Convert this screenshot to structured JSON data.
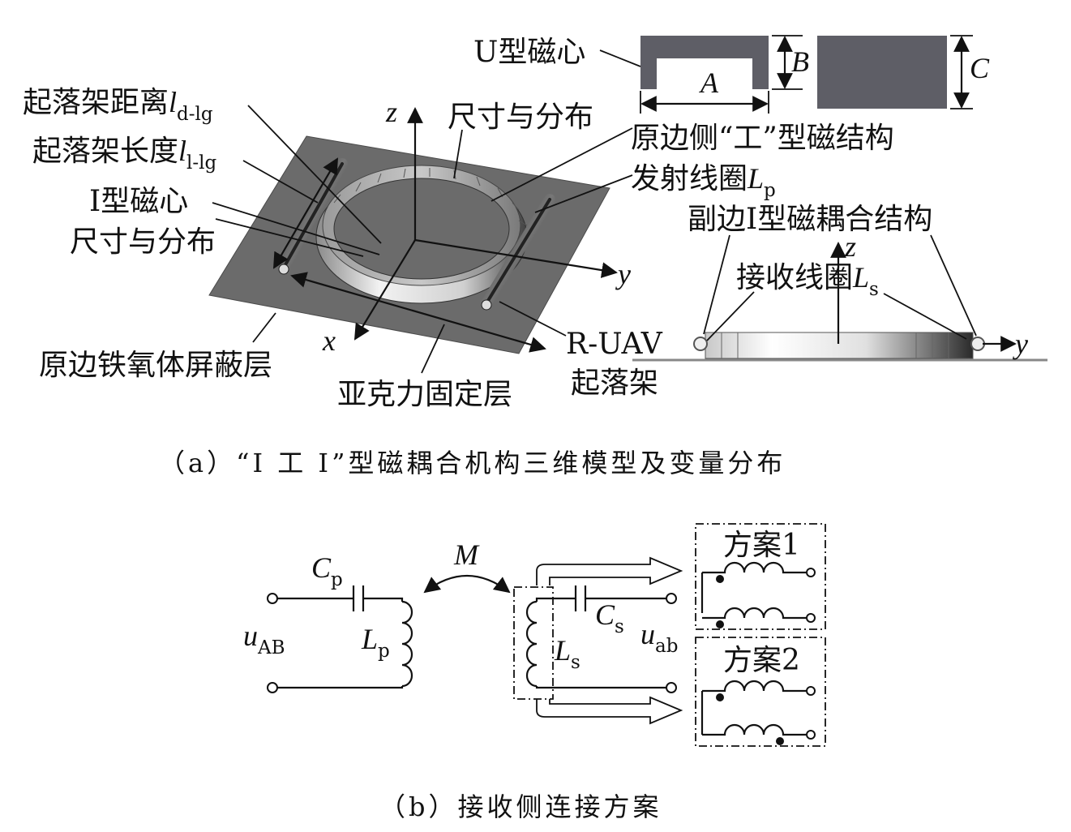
{
  "labels": {
    "u_core": "U型磁心",
    "dim_a": "A",
    "dim_b": "B",
    "dim_c": "C",
    "landing_gear_distance": "起落架距离",
    "l_d_sym": "l",
    "l_d_sub": "d-lg",
    "landing_gear_length": "起落架长度",
    "l_l_sym": "l",
    "l_l_sub": "l-lg",
    "i_core_line1": "I型磁心",
    "i_core_line2": "尺寸与分布",
    "size_dist": "尺寸与分布",
    "z_axis": "z",
    "y_axis": "y",
    "x_axis": "x",
    "primary_structure": "原边侧“工”型磁结构",
    "transmit_coil": "发射线圈",
    "lp_sym": "L",
    "lp_sub": "p",
    "secondary_structure": "副边I型磁耦合结构",
    "receive_coil": "接收线圈",
    "ls_sym": "L",
    "ls_sub": "s",
    "primary_shield": "原边铁氧体屏蔽层",
    "acrylic_layer": "亚克力固定层",
    "ruav": "R-UAV",
    "ruav_gear": "起落架",
    "z2": "z",
    "y2": "y"
  },
  "captions": {
    "a": "（a）“I 工 I”型磁耦合机构三维模型及变量分布",
    "b": "（b）接收侧连接方案"
  },
  "circuit": {
    "cp_sym": "C",
    "cp_sub": "p",
    "u_ab_sym": "u",
    "u_ab_sub": "AB",
    "lp_sym": "L",
    "lp_sub": "p",
    "m_sym": "M",
    "cs_sym": "C",
    "cs_sub": "s",
    "ls_sym": "L",
    "ls_sub": "s",
    "u_ab2_sym": "u",
    "u_ab2_sub": "ab",
    "scheme1": "方案1",
    "scheme2": "方案2"
  },
  "colors": {
    "plate": "#6b6b6b",
    "core": "#5e5e66"
  }
}
